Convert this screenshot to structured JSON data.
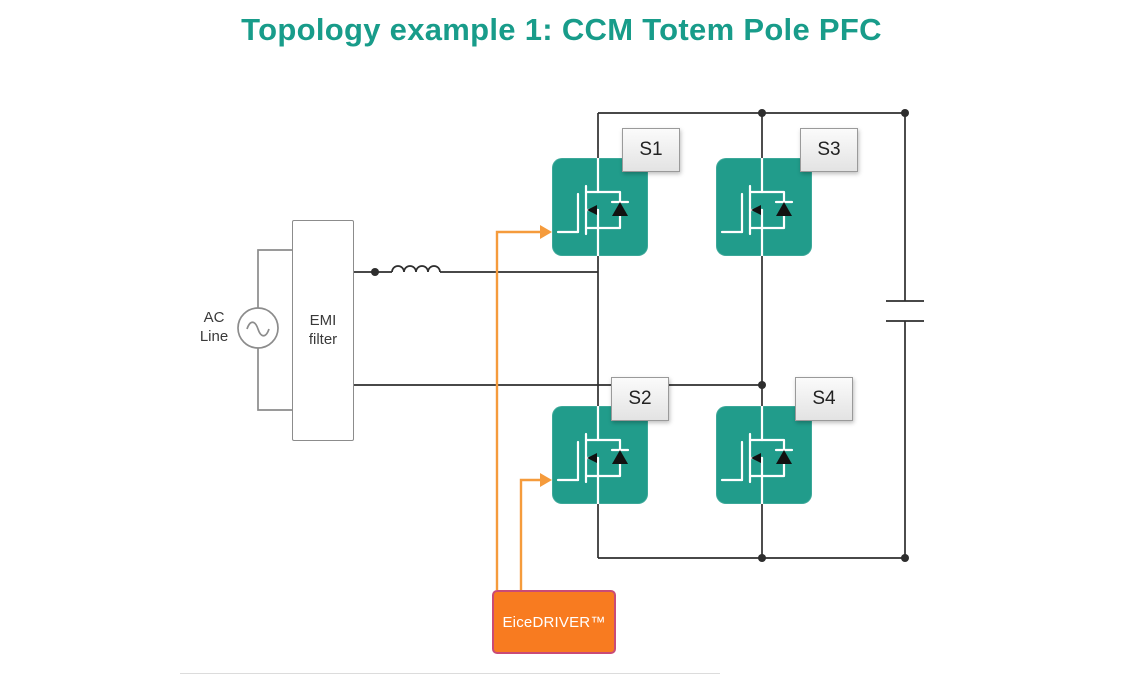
{
  "title": "Topology example 1: CCM Totem Pole PFC",
  "source": {
    "line1": "AC",
    "line2": "Line"
  },
  "emi_filter": {
    "line1": "EMI",
    "line2": "filter"
  },
  "switches": [
    {
      "id": "S1"
    },
    {
      "id": "S2"
    },
    {
      "id": "S3"
    },
    {
      "id": "S4"
    }
  ],
  "driver": {
    "label": "EiceDRIVER™"
  },
  "colors": {
    "title": "#189c8a",
    "mosfet_block": "#219c8b",
    "wire": "#2e2e2e",
    "outline_gray": "#8c8c8c",
    "label_box_border": "#9a9a9a",
    "driver_fill": "#f87b20",
    "driver_border": "#c94b76",
    "driver_wire": "#f59b3c"
  }
}
